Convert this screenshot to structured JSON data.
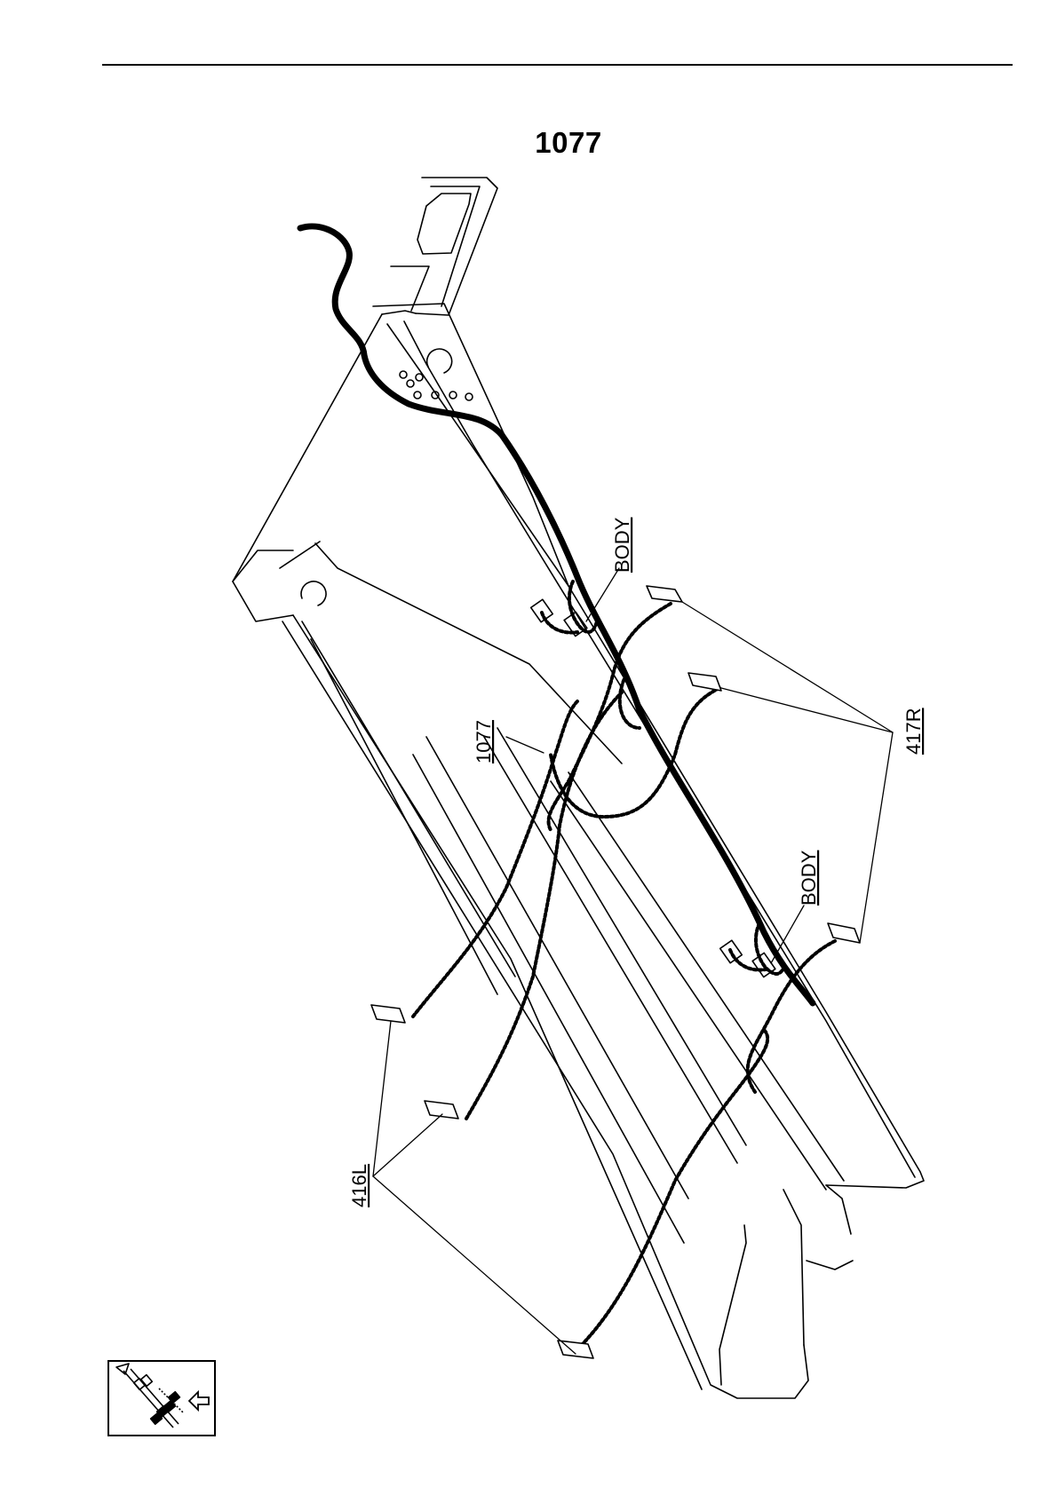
{
  "page": {
    "title": "1077"
  },
  "callouts": {
    "harness": "1077",
    "body_upper": "BODY",
    "body_lower": "BODY",
    "left_lamps": "416L",
    "right_lamps": "417R"
  },
  "icons": {
    "orientation": "vehicle-orientation-icon",
    "arrow": "direction-arrow-icon"
  },
  "colors": {
    "line": "#000000",
    "background": "#ffffff"
  }
}
